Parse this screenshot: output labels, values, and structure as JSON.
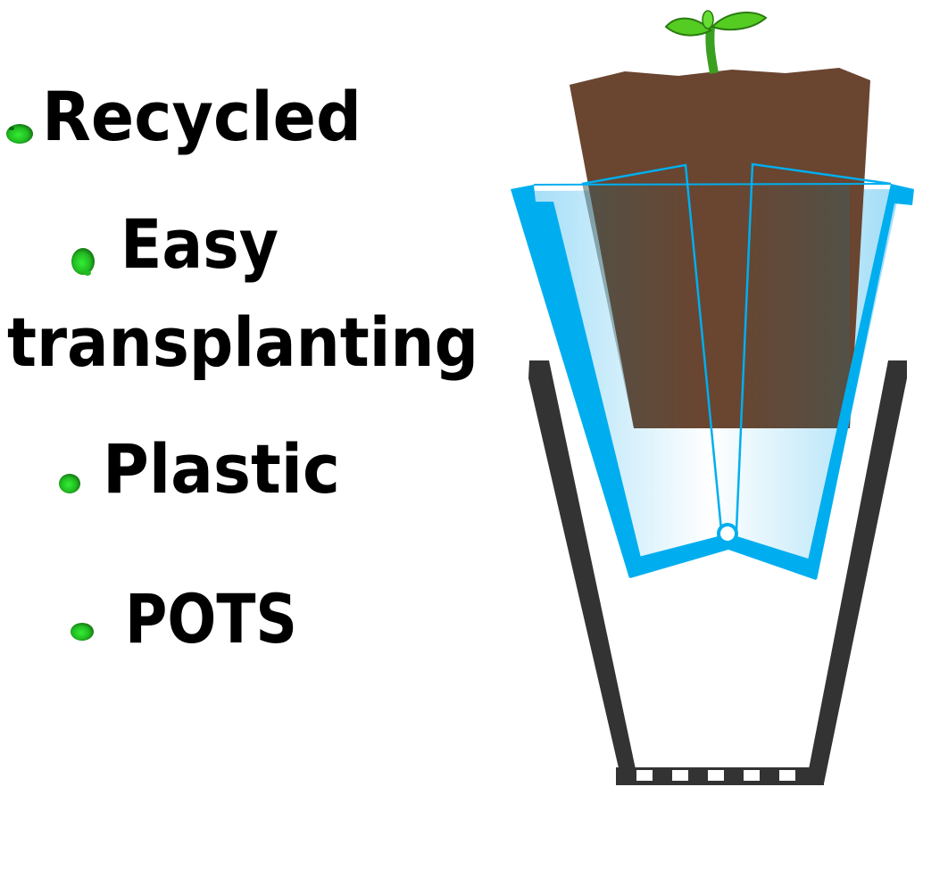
{
  "labels": {
    "line1": "Recycled",
    "line2": "Easy",
    "line3": "transplanting",
    "line4": "Plastic",
    "line5": "POTS"
  },
  "icons": {
    "bullet": "green-blob-bullet-icon",
    "seedling": "seedling-icon"
  },
  "colors": {
    "text": "#000000",
    "bullet_light": "#22dd22",
    "bullet_dark": "#117711",
    "soil": "#6a4530",
    "inner_pot": "#00aeef",
    "outer_pot": "#333333",
    "leaf": "#55cc22"
  }
}
